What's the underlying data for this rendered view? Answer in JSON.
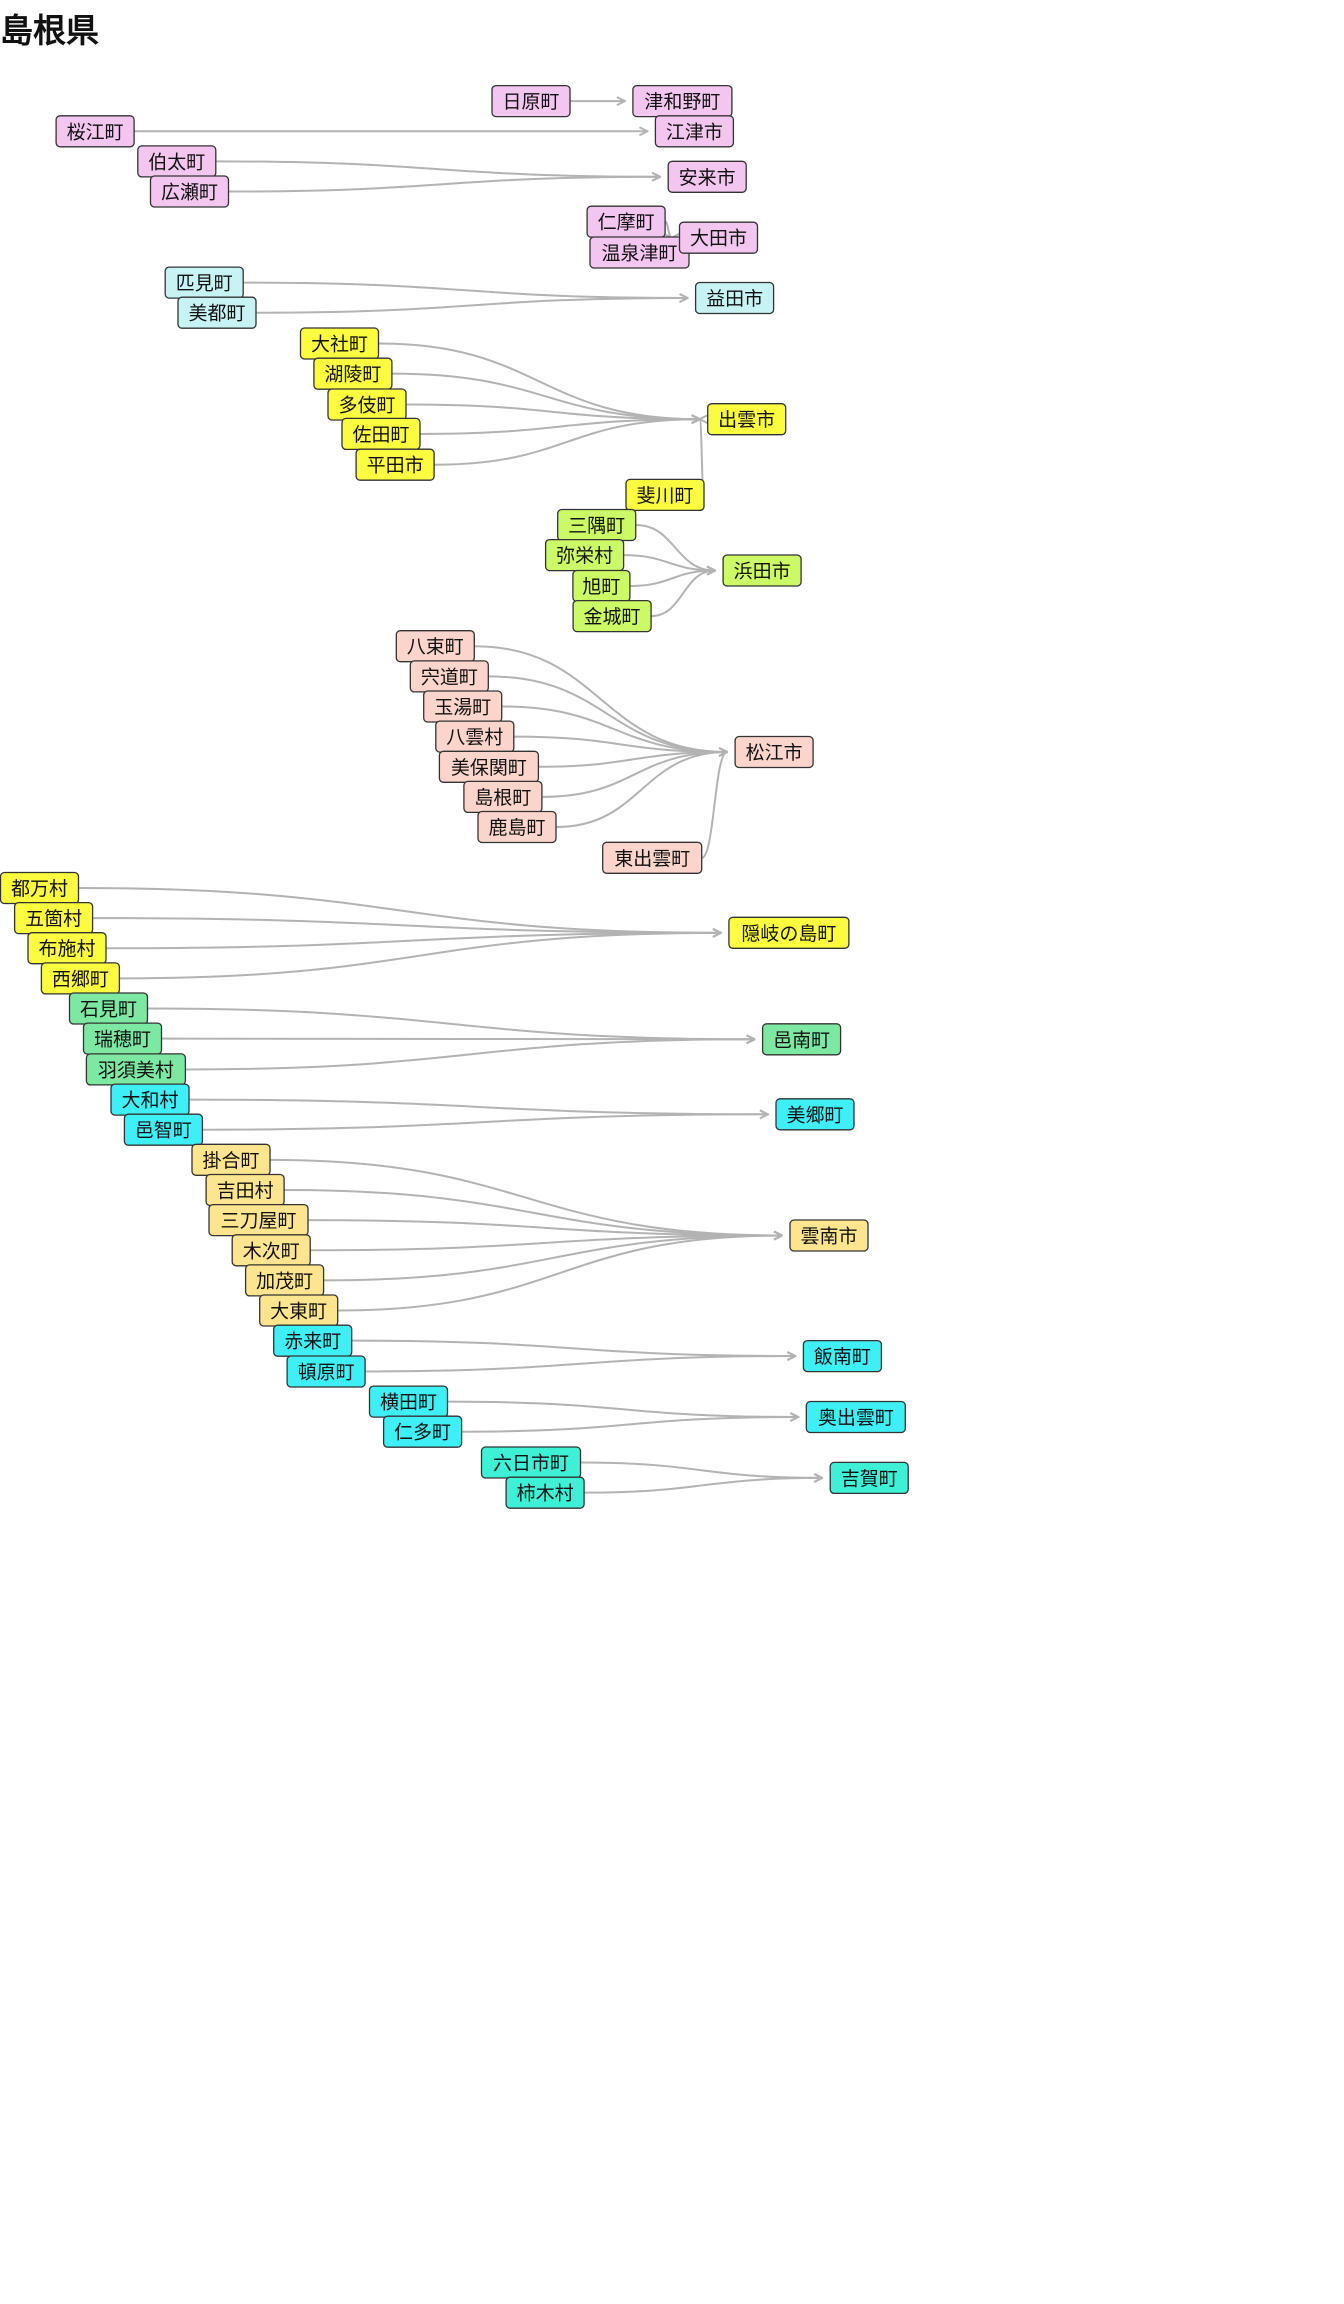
{
  "title": "島根県",
  "colors": {
    "pink": "#f3c6f0",
    "cyan_light": "#c8f3f5",
    "yellow": "#fbfb40",
    "lime": "#ccfa66",
    "salmon": "#fbd5cb",
    "green": "#7ce8a1",
    "cyan": "#3ef0f5",
    "tan": "#fde58f",
    "teal": "#3ef0d6",
    "edge": "#b3b3b3"
  },
  "groups": [
    {
      "target": "津和野町",
      "color": "pink",
      "sources": [
        "日原町"
      ]
    },
    {
      "target": "江津市",
      "color": "pink",
      "sources": [
        "桜江町"
      ]
    },
    {
      "target": "安来市",
      "color": "pink",
      "sources": [
        "伯太町",
        "広瀬町"
      ]
    },
    {
      "target": "大田市",
      "color": "pink",
      "sources": [
        "仁摩町",
        "温泉津町"
      ]
    },
    {
      "target": "益田市",
      "color": "cyan_light",
      "sources": [
        "匹見町",
        "美都町"
      ]
    },
    {
      "target": "出雲市",
      "color": "yellow",
      "sources": [
        "大社町",
        "湖陵町",
        "多伎町",
        "佐田町",
        "平田市",
        "斐川町"
      ]
    },
    {
      "target": "浜田市",
      "color": "lime",
      "sources": [
        "三隅町",
        "弥栄村",
        "旭町",
        "金城町"
      ]
    },
    {
      "target": "松江市",
      "color": "salmon",
      "sources": [
        "八束町",
        "宍道町",
        "玉湯町",
        "八雲村",
        "美保関町",
        "島根町",
        "鹿島町",
        "東出雲町"
      ]
    },
    {
      "target": "隠岐の島町",
      "color": "yellow",
      "sources": [
        "都万村",
        "五箇村",
        "布施村",
        "西郷町"
      ]
    },
    {
      "target": "邑南町",
      "color": "green",
      "sources": [
        "石見町",
        "瑞穂町",
        "羽須美村"
      ]
    },
    {
      "target": "美郷町",
      "color": "cyan",
      "sources": [
        "大和村",
        "邑智町"
      ]
    },
    {
      "target": "雲南市",
      "color": "tan",
      "sources": [
        "掛合町",
        "吉田村",
        "三刀屋町",
        "木次町",
        "加茂町",
        "大東町"
      ]
    },
    {
      "target": "飯南町",
      "color": "cyan",
      "sources": [
        "赤来町",
        "頓原町"
      ]
    },
    {
      "target": "奥出雲町",
      "color": "cyan",
      "sources": [
        "横田町",
        "仁多町"
      ]
    },
    {
      "target": "吉賀町",
      "color": "teal",
      "sources": [
        "六日市町",
        "柿木村"
      ]
    }
  ]
}
